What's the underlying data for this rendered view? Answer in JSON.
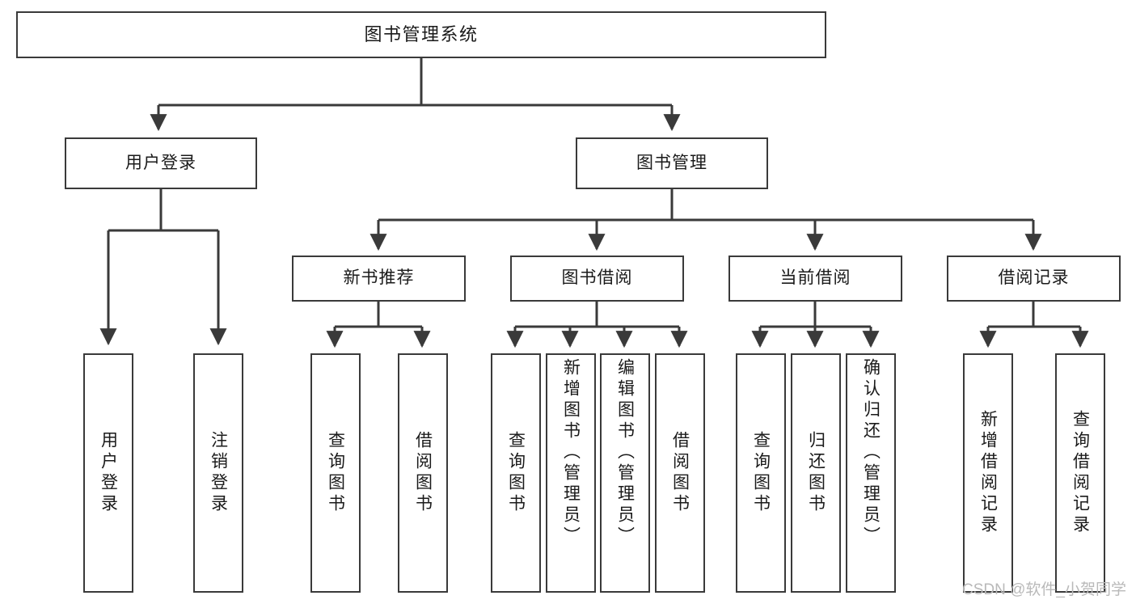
{
  "diagram": {
    "title": "图书管理系统",
    "type": "tree-hierarchy",
    "stroke_color": "#3a3a3a",
    "fill_color": "#ffffff",
    "text_color": "#1a1a1a",
    "root": {
      "label": "图书管理系统"
    },
    "level1": [
      {
        "id": "user-login",
        "label": "用户登录"
      },
      {
        "id": "book-manage",
        "label": "图书管理"
      }
    ],
    "level2": [
      {
        "id": "new-book-rec",
        "label": "新书推荐",
        "parent": "book-manage"
      },
      {
        "id": "book-borrow",
        "label": "图书借阅",
        "parent": "book-manage"
      },
      {
        "id": "current-borrow",
        "label": "当前借阅",
        "parent": "book-manage"
      },
      {
        "id": "borrow-record",
        "label": "借阅记录",
        "parent": "book-manage"
      }
    ],
    "leaves": {
      "user-login": [
        {
          "id": "leaf-user-login",
          "label": "用户登录"
        },
        {
          "id": "leaf-user-logout",
          "label": "注销登录"
        }
      ],
      "new-book-rec": [
        {
          "id": "leaf-query-book-1",
          "label": "查询图书"
        },
        {
          "id": "leaf-borrow-book-1",
          "label": "借阅图书"
        }
      ],
      "book-borrow": [
        {
          "id": "leaf-query-book-2",
          "label": "查询图书"
        },
        {
          "id": "leaf-add-book",
          "label": "新增图书（管理员）"
        },
        {
          "id": "leaf-edit-book",
          "label": "编辑图书（管理员）"
        },
        {
          "id": "leaf-borrow-book-2",
          "label": "借阅图书"
        }
      ],
      "current-borrow": [
        {
          "id": "leaf-query-book-3",
          "label": "查询图书"
        },
        {
          "id": "leaf-return-book",
          "label": "归还图书"
        },
        {
          "id": "leaf-confirm-return",
          "label": "确认归还（管理员）"
        }
      ],
      "borrow-record": [
        {
          "id": "leaf-add-record",
          "label": "新增借阅记录"
        },
        {
          "id": "leaf-query-record",
          "label": "查询借阅记录"
        }
      ]
    }
  },
  "watermark": {
    "text": "CSDN @软件_小贺同学",
    "color": "#b9b9b9"
  }
}
